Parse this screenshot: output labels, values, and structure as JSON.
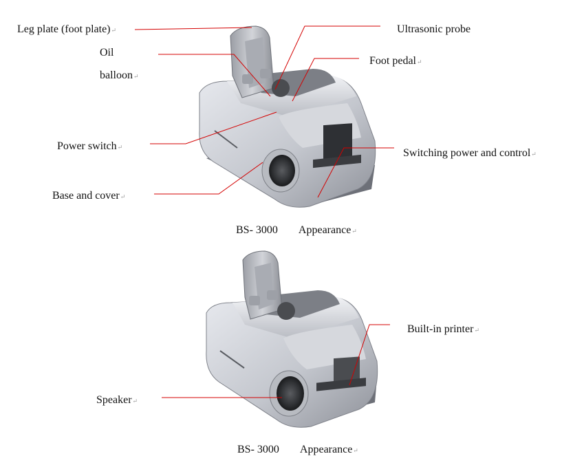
{
  "labels": {
    "leg_plate": "Leg plate (foot plate)",
    "oil_balloon_line1": "Oil",
    "oil_balloon_line2": "balloon",
    "power_switch": "Power switch",
    "base_cover": "Base and cover",
    "ultrasonic_probe": "Ultrasonic probe",
    "foot_pedal": "Foot pedal",
    "switching_power": "Switching power and control",
    "built_in_printer": "Built-in printer",
    "speaker": "Speaker"
  },
  "captions": {
    "top_model": "BS- 3000",
    "top_word": "Appearance",
    "bottom_model": "BS- 3000",
    "bottom_word": "Appearance"
  },
  "return_mark": "↵",
  "colors": {
    "leader": "#d40000",
    "device_body": "#c9ccd2",
    "device_shadow": "#8d9098",
    "device_dark": "#3a3c40"
  }
}
